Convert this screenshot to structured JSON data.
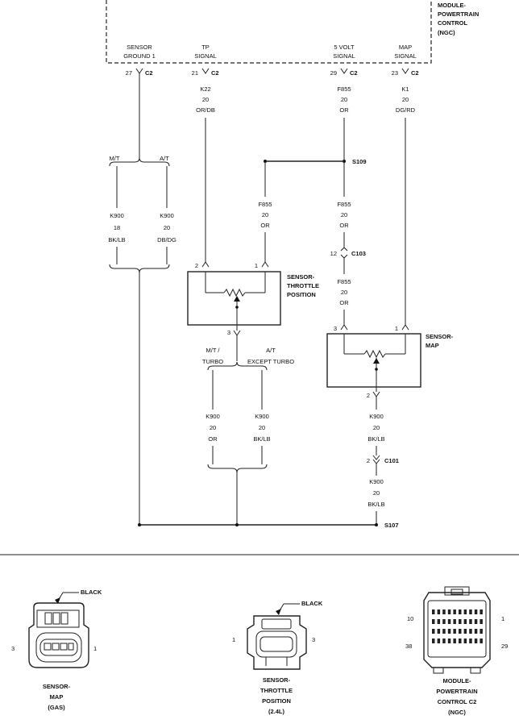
{
  "module": {
    "lines": [
      "MODULE-",
      "POWERTRAIN",
      "CONTROL",
      "(NGC)"
    ],
    "pins": [
      {
        "label1": "SENSOR",
        "label2": "GROUND 1",
        "pin": "27",
        "conn": "C2"
      },
      {
        "label1": "TP",
        "label2": "SIGNAL",
        "pin": "21",
        "conn": "C2"
      },
      {
        "label1": "5 VOLT",
        "label2": "SIGNAL",
        "pin": "29",
        "conn": "C2"
      },
      {
        "label1": "MAP",
        "label2": "SIGNAL",
        "pin": "23",
        "conn": "C2"
      }
    ]
  },
  "wires": {
    "k22": [
      "K22",
      "20",
      "OR/DB"
    ],
    "f855_top": [
      "F855",
      "20",
      "OR"
    ],
    "k1": [
      "K1",
      "20",
      "DG/RD"
    ],
    "mt_left": "M/T",
    "at_left": "A/T",
    "k900_left_a": [
      "K900",
      "18",
      "BK/LB"
    ],
    "k900_left_b": [
      "K900",
      "20",
      "DB/DG"
    ],
    "f855_left": [
      "F855",
      "20",
      "OR"
    ],
    "f855_mid": [
      "F855",
      "20",
      "OR"
    ],
    "f855_low": [
      "F855",
      "20",
      "OR"
    ],
    "mt_turbo": [
      "M/T /",
      "TURBO"
    ],
    "at_except": [
      "A/T",
      "EXCEPT TURBO"
    ],
    "k900_tp_a": [
      "K900",
      "20",
      "OR"
    ],
    "k900_tp_b": [
      "K900",
      "20",
      "BK/LB"
    ],
    "k900_map": [
      "K900",
      "20",
      "BK/LB"
    ],
    "k900_map_low": [
      "K900",
      "20",
      "BK/LB"
    ]
  },
  "splices": {
    "s109": "S109",
    "s107": "S107"
  },
  "connectors": {
    "c103": {
      "pin": "12",
      "name": "C103"
    },
    "c101": {
      "pin": "2",
      "name": "C101"
    }
  },
  "tps": {
    "lines": [
      "SENSOR-",
      "THROTTLE",
      "POSITION"
    ],
    "pin_left": "2",
    "pin_right": "1",
    "pin_bottom": "3"
  },
  "map": {
    "lines": [
      "SENSOR-",
      "MAP"
    ],
    "pin_left": "3",
    "pin_right": "1",
    "pin_bottom": "2"
  },
  "views": {
    "map": {
      "color": "BLACK",
      "pin_left": "3",
      "pin_right": "1",
      "caption": [
        "SENSOR-",
        "MAP",
        "(GAS)"
      ]
    },
    "tps": {
      "color": "BLACK",
      "pin_left": "1",
      "pin_right": "3",
      "caption": [
        "SENSOR-",
        "THROTTLE",
        "POSITION",
        "(2.4L)"
      ]
    },
    "pcm": {
      "tl": "10",
      "tr": "1",
      "bl": "38",
      "br": "29",
      "caption": [
        "MODULE-",
        "POWERTRAIN",
        "CONTROL C2",
        "(NGC)"
      ]
    }
  }
}
